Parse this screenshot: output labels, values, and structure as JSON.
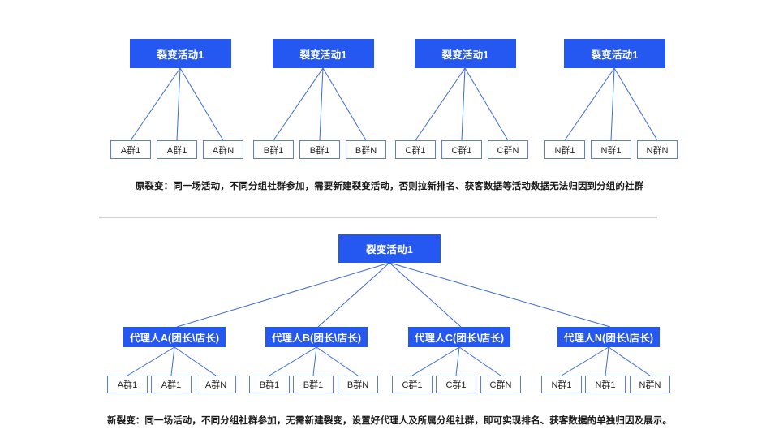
{
  "page": {
    "background": "#ffffff",
    "accent_blue": "#2458f0",
    "leaf_border": "#5b7ce0",
    "divider_color": "#d3d3d3",
    "line_color": "#3b6ad4"
  },
  "sections": [
    {
      "id": "old-fission",
      "caption": "原裂变：同一场活动，不同分组社群参加，需要新建裂变活动，否则拉新排名、获客数据等活动数据无法归因到分组的社群",
      "roots": [
        {
          "label": "裂变活动1",
          "children": [
            "A群1",
            "A群1",
            "A群N"
          ]
        },
        {
          "label": "裂变活动1",
          "children": [
            "B群1",
            "B群1",
            "B群N"
          ]
        },
        {
          "label": "裂变活动1",
          "children": [
            "C群1",
            "C群1",
            "C群N"
          ]
        },
        {
          "label": "裂变活动1",
          "children": [
            "N群1",
            "N群1",
            "N群N"
          ]
        }
      ]
    },
    {
      "id": "new-fission",
      "caption": "新裂变：同一场活动，不同分组社群参加，无需新建裂变，设置好代理人及所属分组社群，即可实现排名、获客数据的单独归因及展示。",
      "root": {
        "label": "裂变活动1"
      },
      "agents": [
        {
          "label": "代理人A(团长\\店长)",
          "children": [
            "A群1",
            "A群1",
            "A群N"
          ]
        },
        {
          "label": "代理人B(团长\\店长)",
          "children": [
            "B群1",
            "B群1",
            "B群N"
          ]
        },
        {
          "label": "代理人C(团长\\店长)",
          "children": [
            "C群1",
            "C群1",
            "C群N"
          ]
        },
        {
          "label": "代理人N(团长\\店长)",
          "children": [
            "N群1",
            "N群1",
            "N群N"
          ]
        }
      ]
    }
  ]
}
